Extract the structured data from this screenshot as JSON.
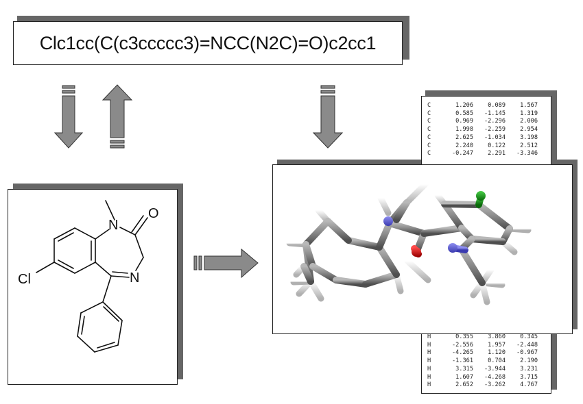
{
  "smiles": "Clc1cc(C(c3ccccc3)=NCC(N2C)=O)c2cc1",
  "structure_2d": {
    "atom_labels": [
      "N",
      "O",
      "N",
      "Cl"
    ]
  },
  "coordinates": {
    "top_rows": [
      {
        "el": "C",
        "x": "1.206",
        "y": "0.089",
        "z": "1.567"
      },
      {
        "el": "C",
        "x": "0.585",
        "y": "-1.145",
        "z": "1.319"
      },
      {
        "el": "C",
        "x": "0.969",
        "y": "-2.296",
        "z": "2.006"
      },
      {
        "el": "C",
        "x": "1.998",
        "y": "-2.259",
        "z": "2.954"
      },
      {
        "el": "C",
        "x": "2.625",
        "y": "-1.034",
        "z": "3.198"
      },
      {
        "el": "C",
        "x": "2.240",
        "y": "0.122",
        "z": "2.512"
      },
      {
        "el": "C",
        "x": "-0.247",
        "y": "2.291",
        "z": "-3.346"
      }
    ],
    "bottom_rows": [
      {
        "el": "H",
        "x": "0.355",
        "y": "3.860",
        "z": "0.345"
      },
      {
        "el": "H",
        "x": "-2.556",
        "y": "1.957",
        "z": "-2.448"
      },
      {
        "el": "H",
        "x": "-4.265",
        "y": "1.120",
        "z": "-0.967"
      },
      {
        "el": "H",
        "x": "-1.361",
        "y": "0.704",
        "z": "2.190"
      },
      {
        "el": "H",
        "x": "3.315",
        "y": "-3.944",
        "z": "3.231"
      },
      {
        "el": "H",
        "x": "1.607",
        "y": "-4.268",
        "z": "3.715"
      },
      {
        "el": "H",
        "x": "2.652",
        "y": "-3.262",
        "z": "4.767"
      }
    ]
  },
  "colors": {
    "arrow_fill": "#8a8a8a",
    "shadow": "#666666",
    "carbon": "#7a7a7a",
    "hydrogen": "#e8e8e8",
    "nitrogen": "#5a5ad8",
    "oxygen": "#d01010",
    "chlorine": "#1a9a1a"
  }
}
